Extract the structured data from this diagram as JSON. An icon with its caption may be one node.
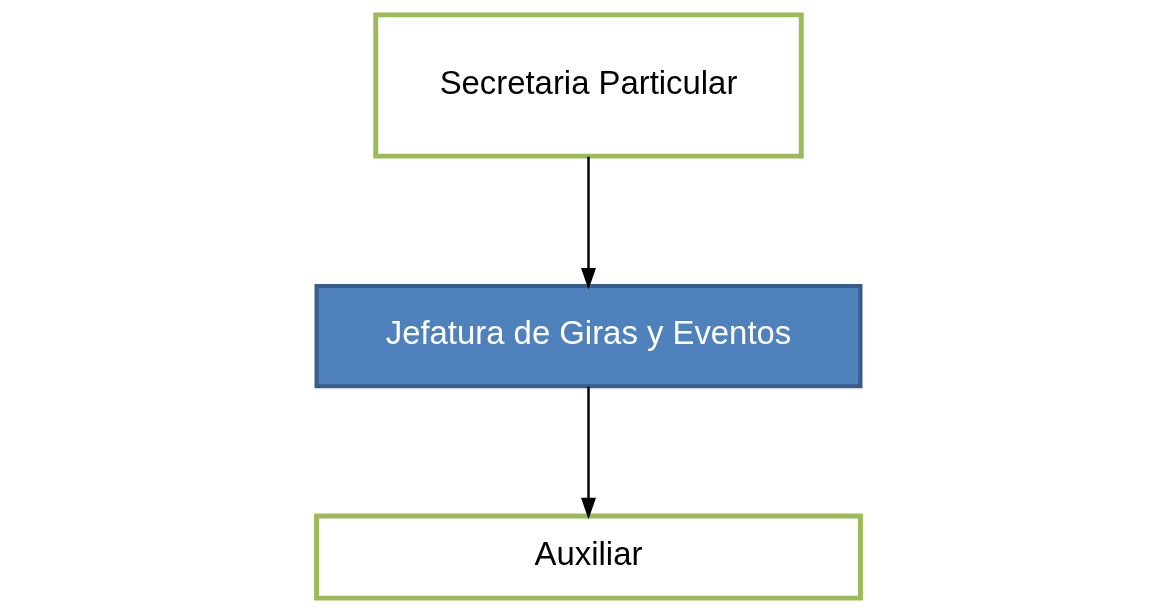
{
  "diagram": {
    "nodes": [
      {
        "text": [
          "Secretaria Particular"
        ]
      },
      {
        "text": [
          "Jefatura de Giras y Eventos"
        ]
      },
      {
        "text": [
          "Auxiliar"
        ]
      }
    ],
    "edges": [
      {
        "from": 0,
        "to": 1,
        "arrow": "to"
      },
      {
        "from": 1,
        "to": 2,
        "arrow": "to"
      }
    ]
  }
}
